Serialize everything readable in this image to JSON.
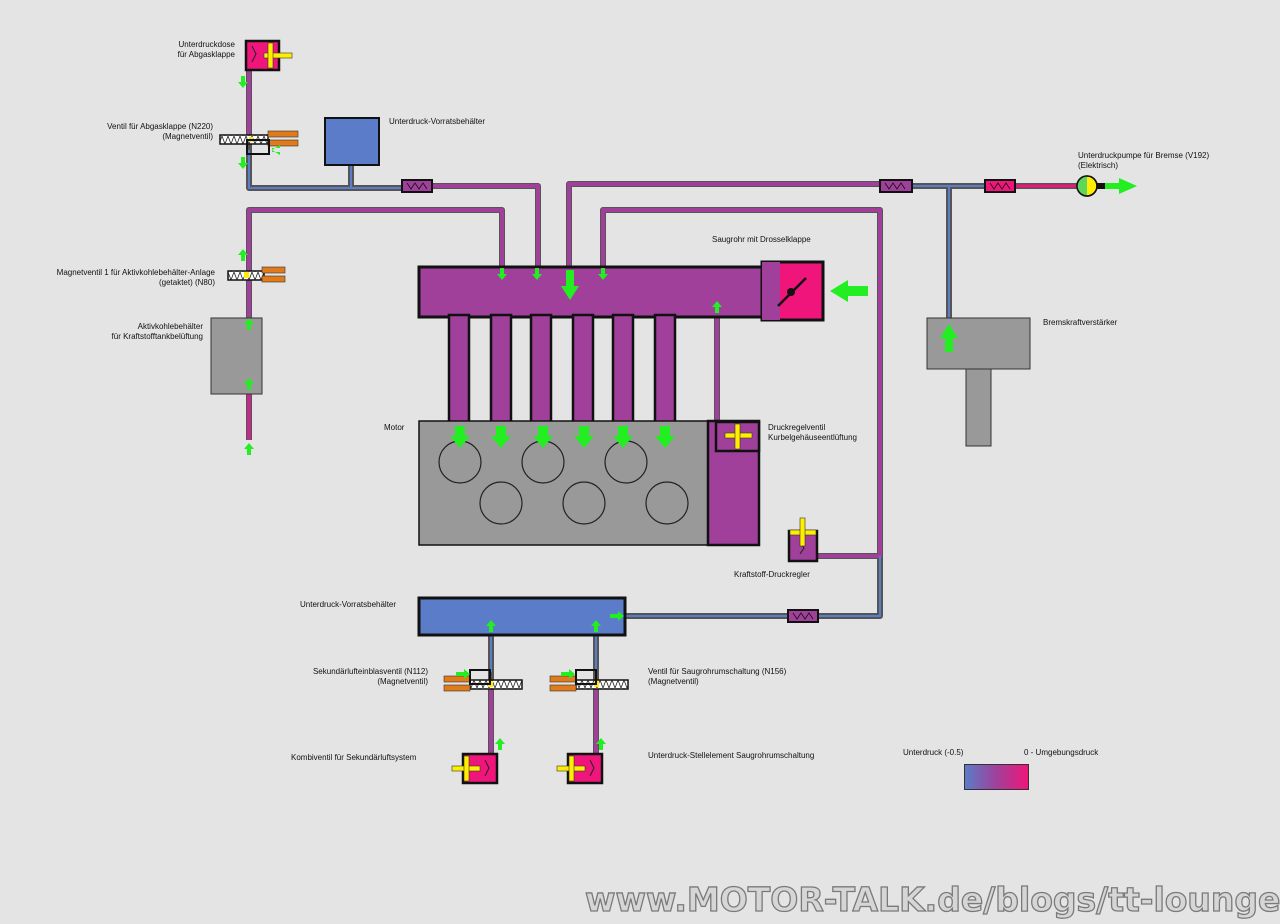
{
  "colors": {
    "background": "#e4e4e4",
    "vacuum": "#5b7cc8",
    "ambient": "#f0157a",
    "manifold": "#a0409a",
    "engine": "#999999",
    "flow_arrow": "#22ee22",
    "actuator_cross": "#ffee00",
    "valve_coil": "#e07a1a"
  },
  "labels": {
    "exhaust_flap_actuator": "Unterdruckdose\nfür Abgasklappe",
    "exhaust_flap_valve": "Ventil für Abgasklappe (N220)\n(Magnetventil)",
    "vacuum_reservoir_top": "Unterdruck-Vorratsbehälter",
    "brake_pump": "Unterdruckpumpe für Bremse (V192)\n(Elektrisch)",
    "intake_manifold": "Saugrohr mit Drosselklappe",
    "carbon_canister_valve": "Magnetventil 1 für Aktivkohlebehälter-Anlage\n(getaktet) (N80)",
    "carbon_canister": "Aktivkohlebehälter\nfür Kraftstofftankbelüftung",
    "brake_booster": "Bremskraftverstärker",
    "engine": "Motor",
    "pcv_valve": "Druckregelventil\nKurbelgehäuseentlüftung",
    "fuel_pressure_regulator": "Kraftstoff-Druckregler",
    "vacuum_reservoir_bottom": "Unterdruck-Vorratsbehälter",
    "secondary_air_valve": "Sekundärlufteinblasventil (N112)\n(Magnetventil)",
    "intake_runner_valve": "Ventil für Saugrohrumschaltung (N156)\n(Magnetventil)",
    "secondary_air_combi_valve": "Kombiventil für Sekundärluftsystem",
    "intake_runner_actuator": "Unterdruck-Stellelement Saugrohrumschaltung"
  },
  "legend": {
    "vacuum_label": "Unterdruck (-0.5)",
    "ambient_label": "0 - Umgebungsdruck"
  },
  "watermark": "www.MOTOR-TALK.de/blogs/tt-lounge"
}
